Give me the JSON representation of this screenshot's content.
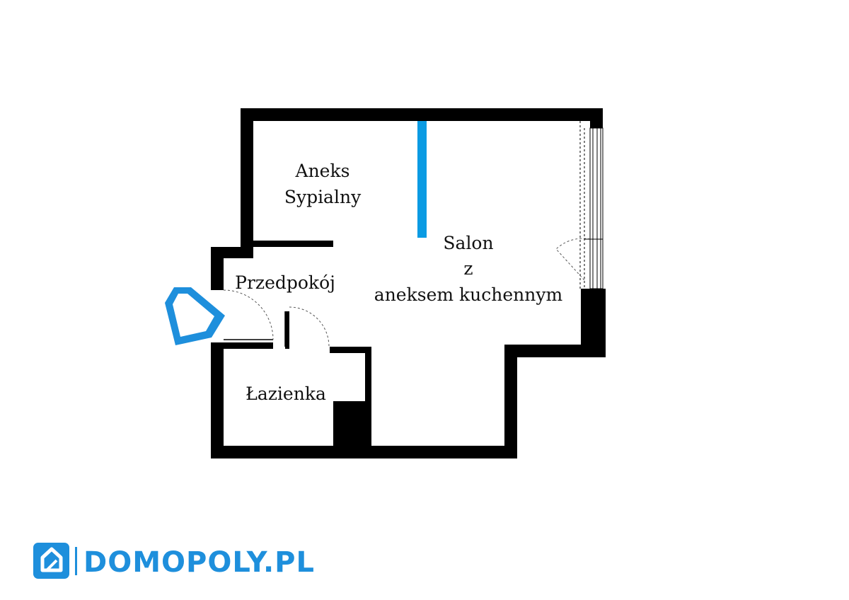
{
  "rooms": {
    "sleeping_line1": "Aneks",
    "sleeping_line2": "Sypialny",
    "hallway": "Przedpokój",
    "bathroom": "Łazienka",
    "living_line1": "Salon",
    "living_line2": "z",
    "living_line3": "aneksem kuchennym"
  },
  "icons": {
    "entrance": "entrance-arrow-icon",
    "logo": "house-logo-icon"
  },
  "brand": {
    "name": "DOMOPOLY.PL"
  },
  "colors": {
    "wall": "#000000",
    "accent": "#1e8fdc",
    "partition": "#0a9be3",
    "label": "#111111"
  }
}
